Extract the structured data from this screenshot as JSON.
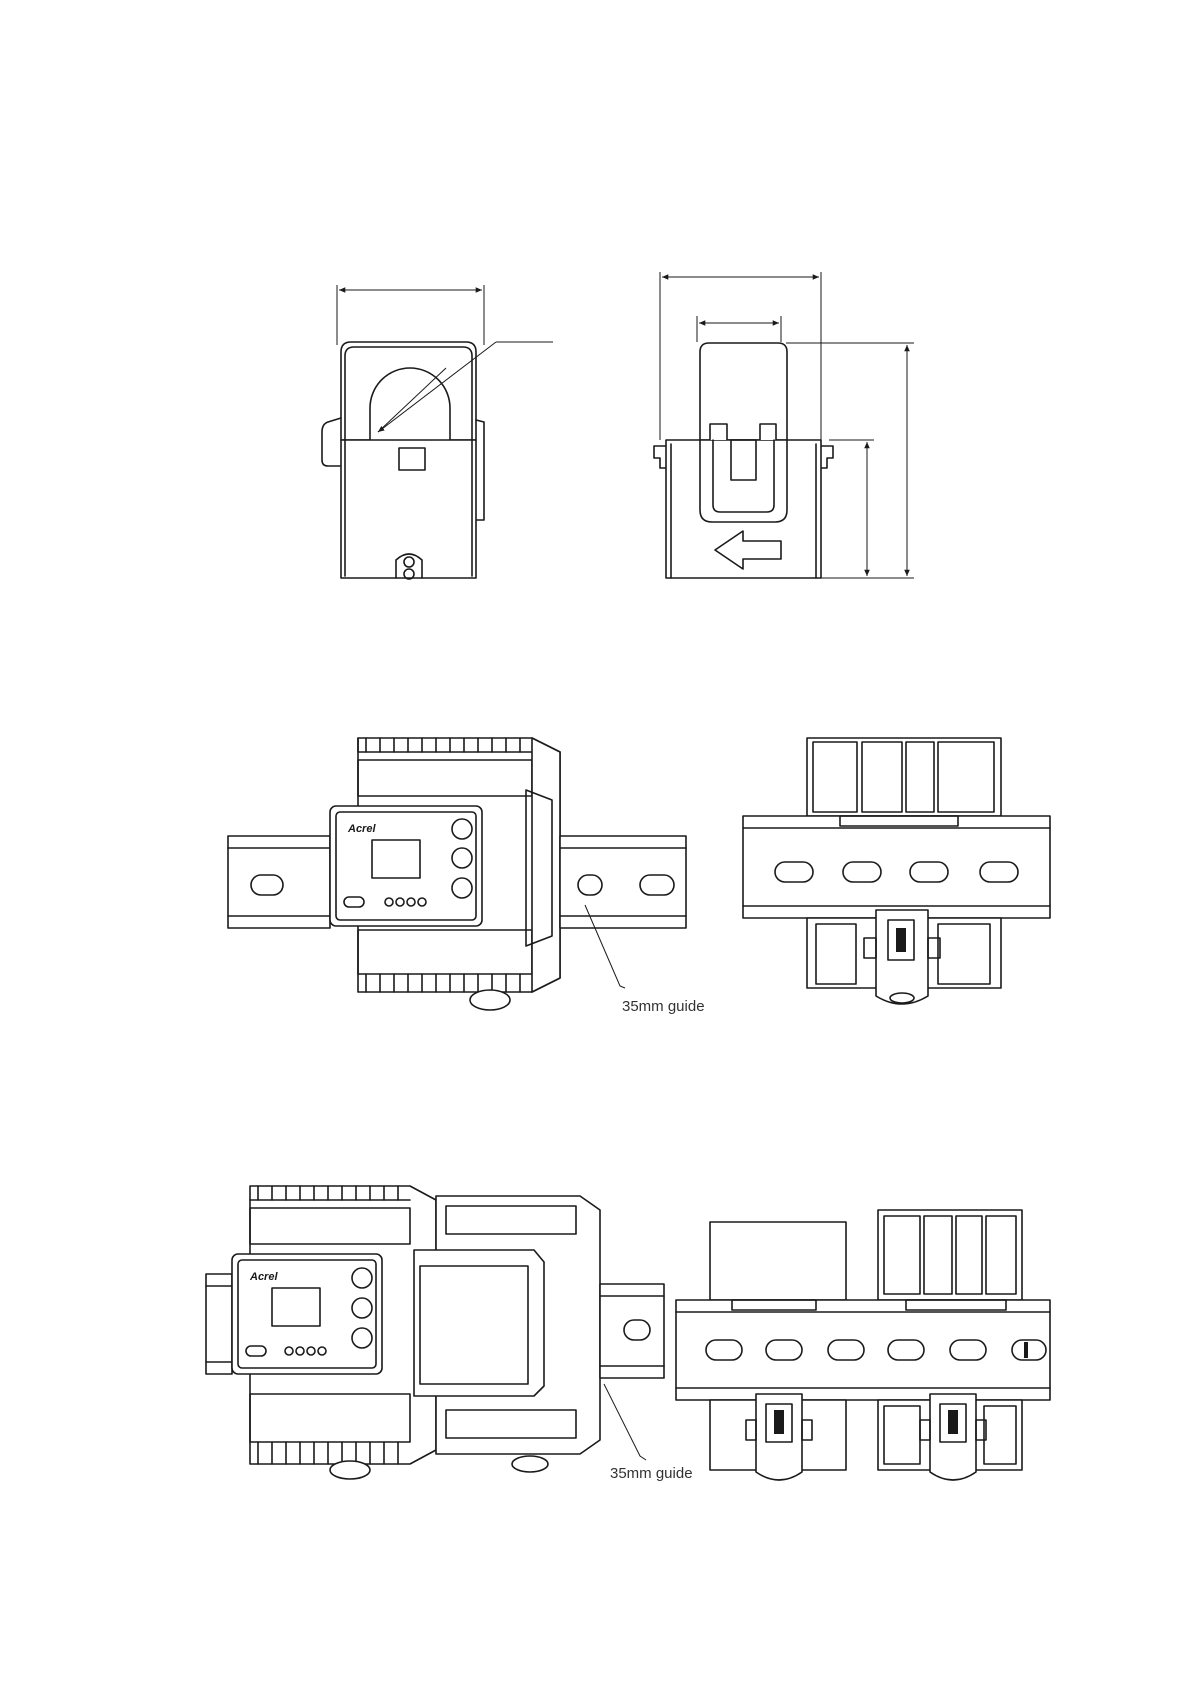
{
  "labels": {
    "guide_label_1": "35mm guide",
    "guide_label_2": "35mm guide"
  },
  "logos": {
    "meter_1": "Acrel",
    "meter_2": "Acrel"
  },
  "icons": [
    "arrow-left-icon"
  ]
}
